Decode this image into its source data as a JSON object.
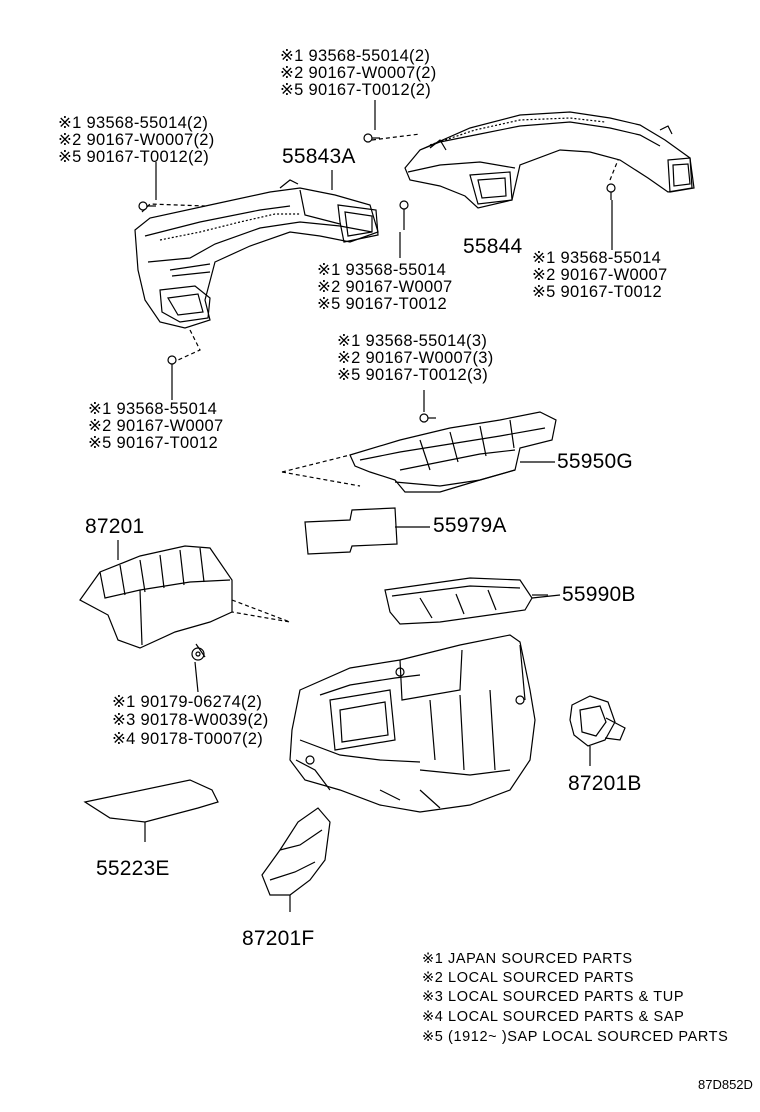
{
  "parts": {
    "p55843A": "55843A",
    "p55844": "55844",
    "p55950G": "55950G",
    "p55979A": "55979A",
    "p87201": "87201",
    "p55990B": "55990B",
    "p87201B": "87201B",
    "p55223E": "55223E",
    "p87201F": "87201F"
  },
  "notes": {
    "topcenter": [
      "※1 93568-55014(2)",
      "※2 90167-W0007(2)",
      "※5 90167-T0012(2)"
    ],
    "topleft": [
      "※1 93568-55014(2)",
      "※2 90167-W0007(2)",
      "※5 90167-T0012(2)"
    ],
    "center": [
      "※1 93568-55014",
      "※2 90167-W0007",
      "※5 90167-T0012"
    ],
    "right": [
      "※1 93568-55014",
      "※2 90167-W0007",
      "※5 90167-T0012"
    ],
    "left": [
      "※1 93568-55014",
      "※2 90167-W0007",
      "※5 90167-T0012"
    ],
    "mid": [
      "※1 93568-55014(3)",
      "※2 90167-W0007(3)",
      "※5 90167-T0012(3)"
    ],
    "lower": [
      "※1 90179-06274(2)",
      "※3 90178-W0039(2)",
      "※4 90178-T0007(2)"
    ]
  },
  "legend": [
    "※1 JAPAN SOURCED PARTS",
    "※2 LOCAL SOURCED PARTS",
    "※3 LOCAL SOURCED PARTS & TUP",
    "※4 LOCAL SOURCED PARTS & SAP",
    "※5 (1912~        )SAP LOCAL SOURCED PARTS"
  ],
  "diagram_code": "87D852D"
}
